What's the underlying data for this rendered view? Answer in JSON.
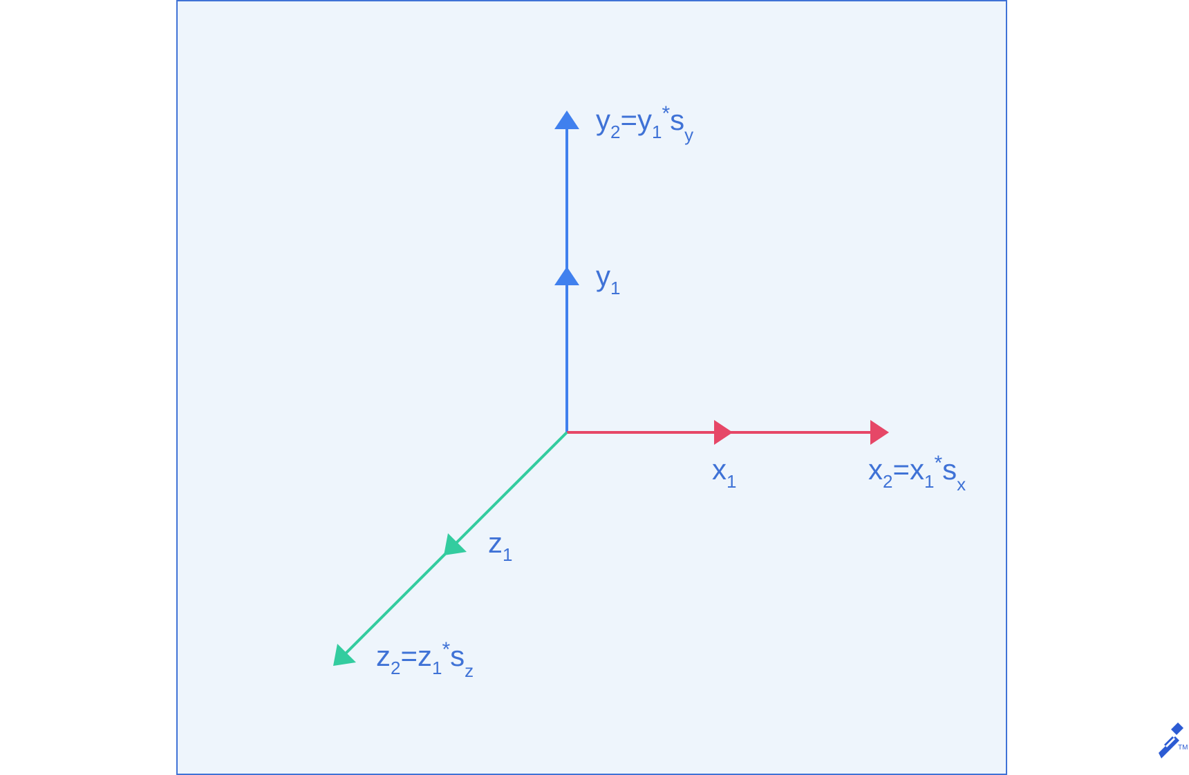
{
  "colors": {
    "frame_fill": "#eef5fc",
    "frame_stroke": "#3f72d6",
    "y_axis": "#4080ee",
    "x_axis": "#e64767",
    "z_axis": "#33cc9f",
    "label": "#3f72d6",
    "logo": "#2c5bd3"
  },
  "labels": {
    "y1": {
      "base": "y",
      "sub": "1"
    },
    "y2": {
      "lhs": "y",
      "lhs_sub": "2",
      "eq": "=",
      "rhs": "y",
      "rhs_sub": "1",
      "star": "*",
      "s": "s",
      "s_sub": "y"
    },
    "x1": {
      "base": "x",
      "sub": "1"
    },
    "x2": {
      "lhs": "x",
      "lhs_sub": "2",
      "eq": "=",
      "rhs": "x",
      "rhs_sub": "1",
      "star": "*",
      "s": "s",
      "s_sub": "x"
    },
    "z1": {
      "base": "z",
      "sub": "1"
    },
    "z2": {
      "lhs": "z",
      "lhs_sub": "2",
      "eq": "=",
      "rhs": "z",
      "rhs_sub": "1",
      "star": "*",
      "s": "s",
      "s_sub": "z"
    }
  },
  "logo": {
    "name": "toptal-logo-icon",
    "tm": "TM"
  }
}
